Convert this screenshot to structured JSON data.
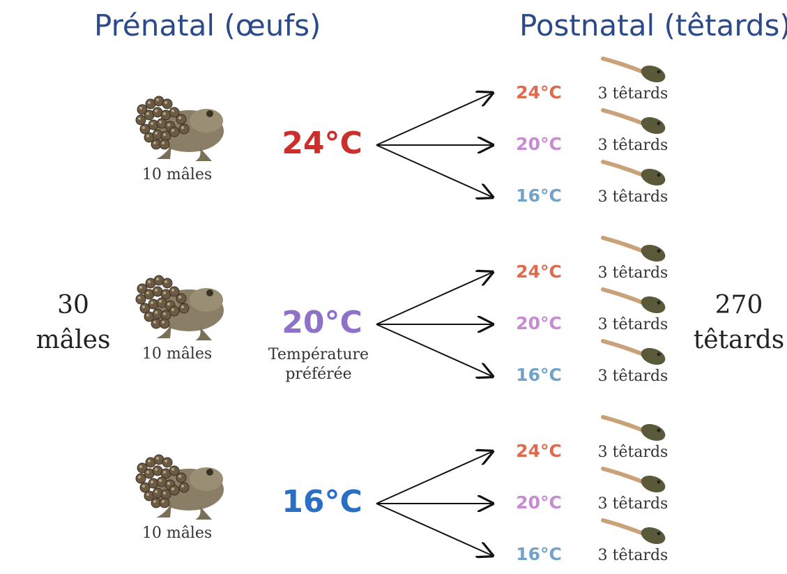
{
  "headers": {
    "prenatal": "Prénatal (œufs)",
    "postnatal": "Postnatal (têtards)"
  },
  "totals": {
    "males_count": "30",
    "males_word": "mâles",
    "tadpoles_count": "270",
    "tadpoles_word": "têtards"
  },
  "groups": [
    {
      "males": "10 mâles",
      "temp": "24°C",
      "temp_color": "#c9302c",
      "note": "",
      "postnatal": [
        {
          "temp": "24°C",
          "color": "#e06a4e",
          "tadpoles": "3 têtards"
        },
        {
          "temp": "20°C",
          "color": "#c98ad4",
          "tadpoles": "3 têtards"
        },
        {
          "temp": "16°C",
          "color": "#6fa3c9",
          "tadpoles": "3 têtards"
        }
      ]
    },
    {
      "males": "10 mâles",
      "temp": "20°C",
      "temp_color": "#8e72c9",
      "note": "Température préférée",
      "postnatal": [
        {
          "temp": "24°C",
          "color": "#e06a4e",
          "tadpoles": "3 têtards"
        },
        {
          "temp": "20°C",
          "color": "#c98ad4",
          "tadpoles": "3 têtards"
        },
        {
          "temp": "16°C",
          "color": "#6fa3c9",
          "tadpoles": "3 têtards"
        }
      ]
    },
    {
      "males": "10 mâles",
      "temp": "16°C",
      "temp_color": "#2a6fc4",
      "note": "",
      "postnatal": [
        {
          "temp": "24°C",
          "color": "#e06a4e",
          "tadpoles": "3 têtards"
        },
        {
          "temp": "20°C",
          "color": "#c98ad4",
          "tadpoles": "3 têtards"
        },
        {
          "temp": "16°C",
          "color": "#6fa3c9",
          "tadpoles": "3 têtards"
        }
      ]
    }
  ],
  "icons": {
    "adult": "toad-carrying-eggs-icon",
    "young": "tadpole-icon"
  }
}
